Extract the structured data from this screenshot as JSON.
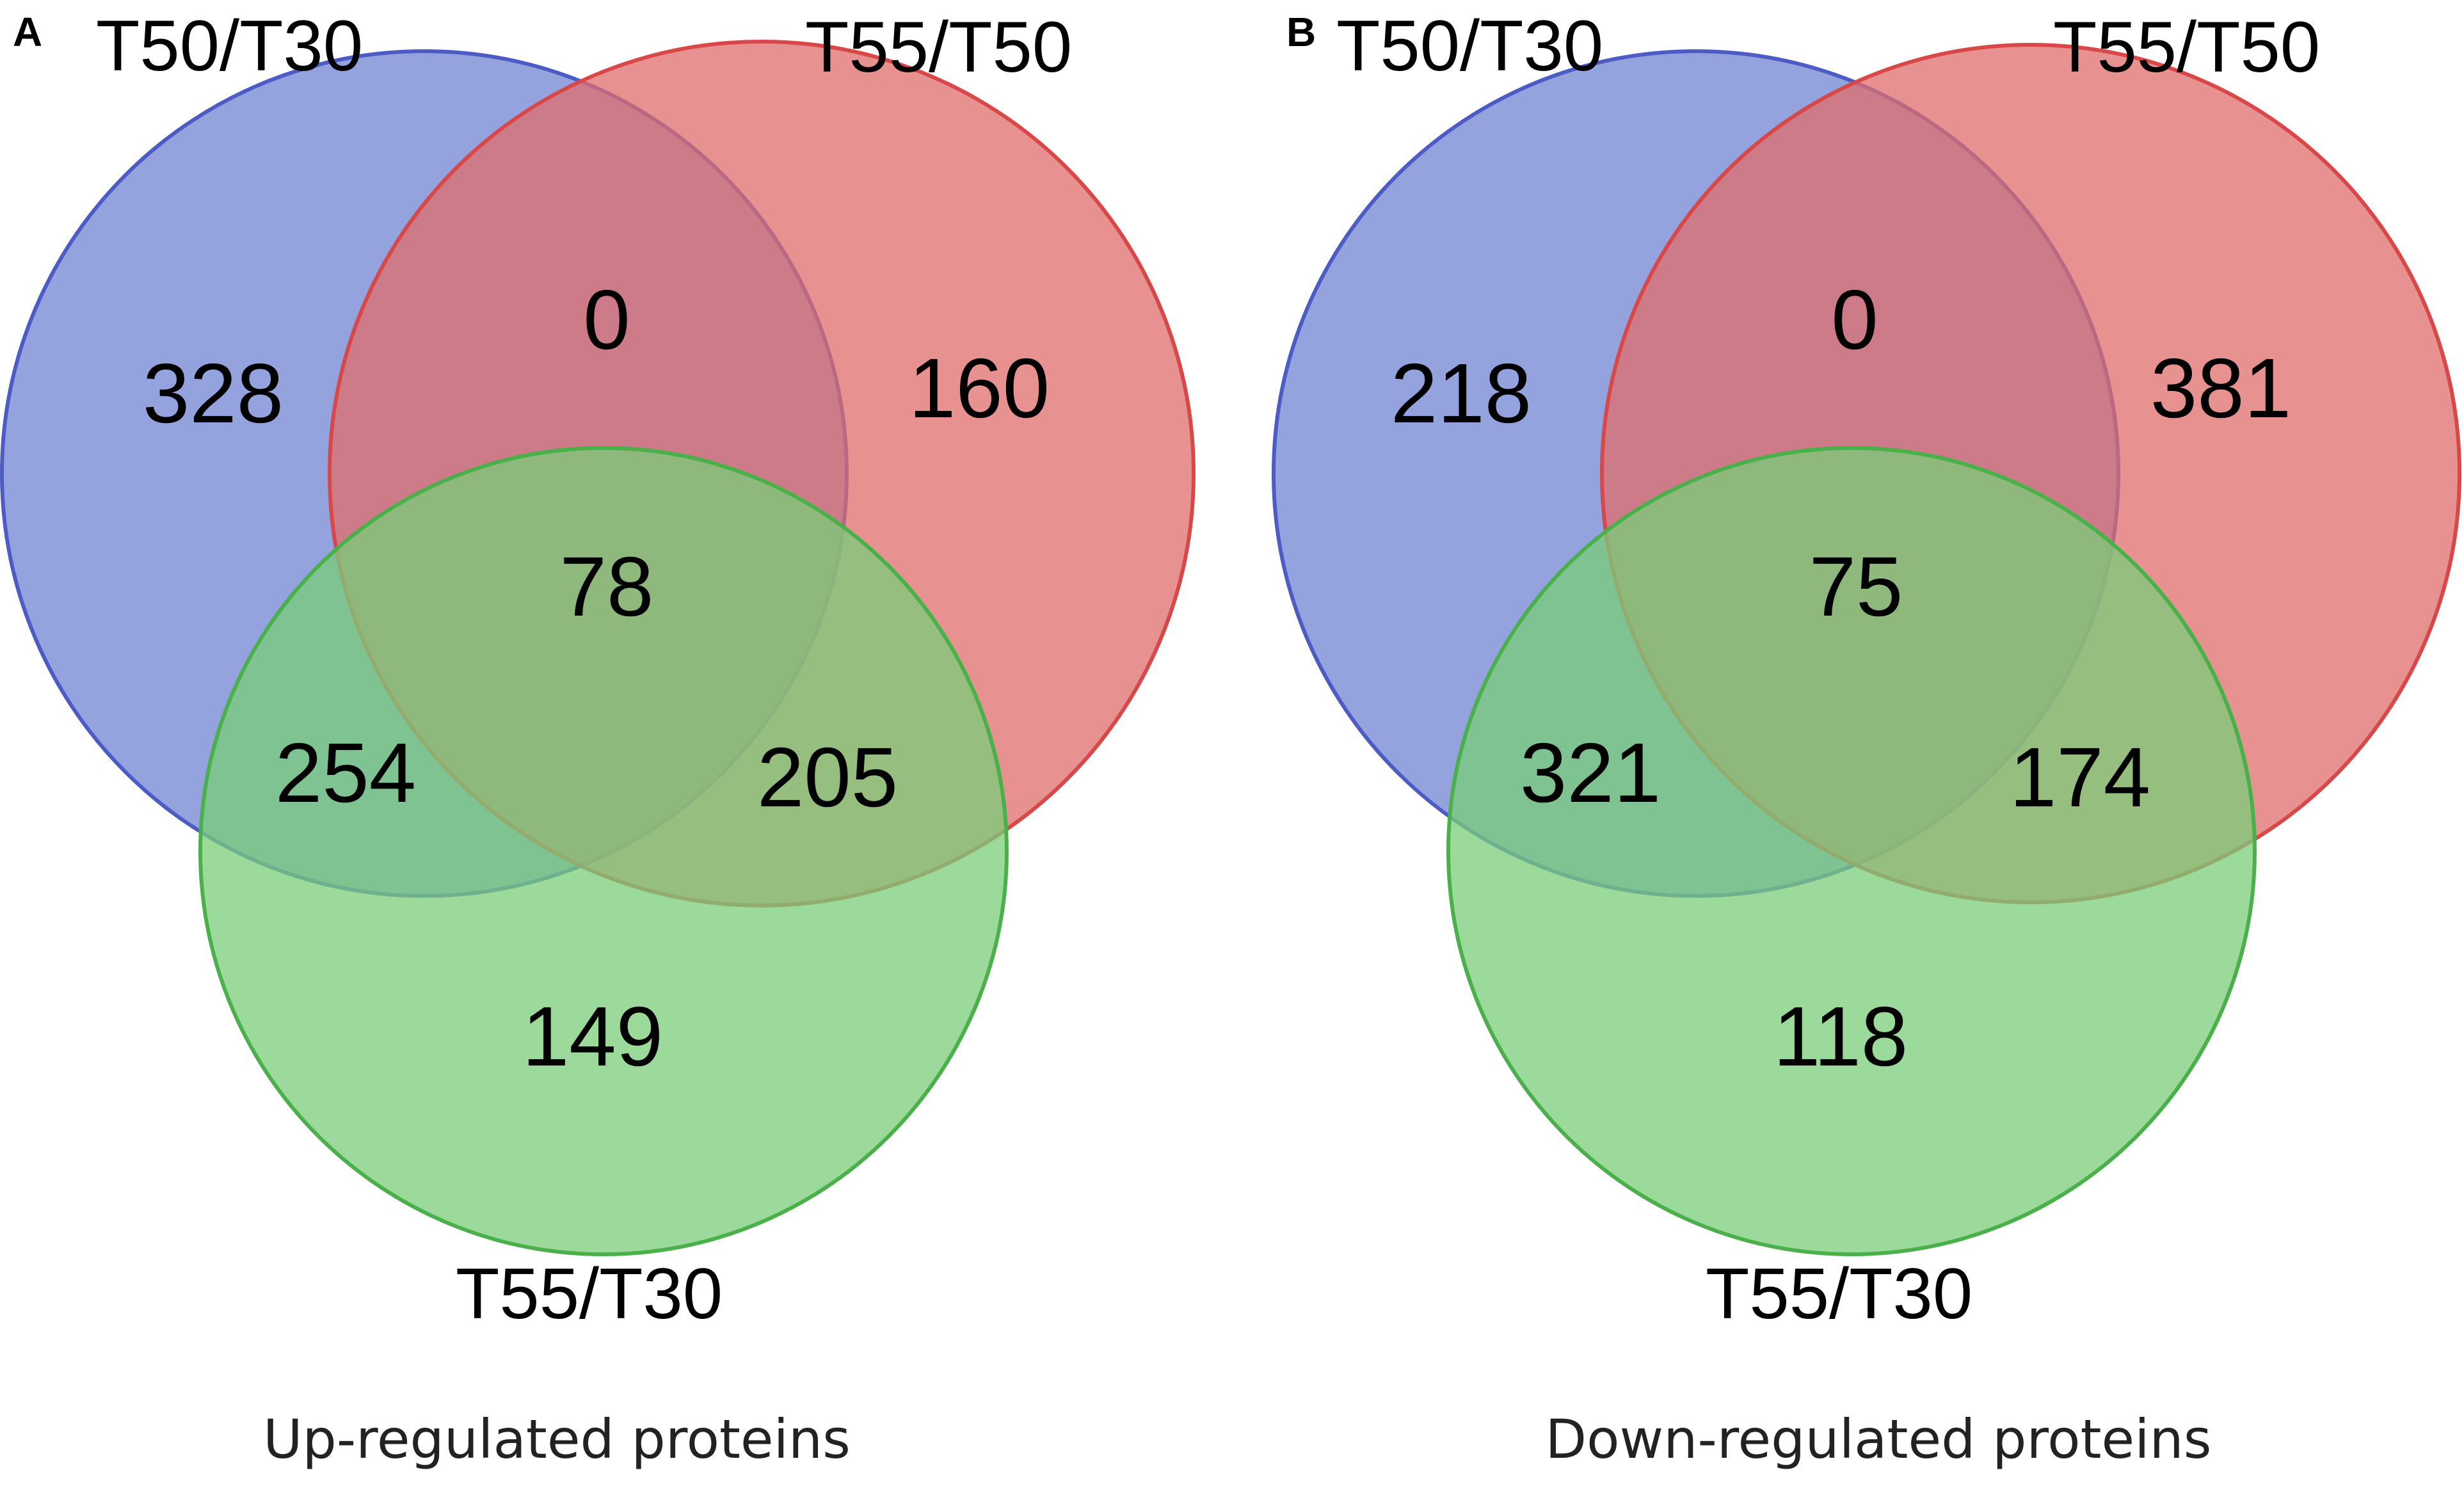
{
  "colors": {
    "set_a": "#7083d2",
    "set_b": "#e06c6c",
    "set_c": "#7acd7a",
    "outline_a": "#4c5cc4",
    "outline_b": "#d84848",
    "outline_c": "#4ab04a"
  },
  "panels": [
    {
      "letter": "A",
      "caption": "Up-regulated proteins",
      "sets": {
        "a": "T50/T30",
        "b": "T55/T50",
        "c": "T55/T30"
      },
      "counts": {
        "a_only": "328",
        "b_only": "160",
        "c_only": "149",
        "ab": "0",
        "ac": "254",
        "bc": "205",
        "abc": "78"
      }
    },
    {
      "letter": "B",
      "caption": "Down-regulated proteins",
      "sets": {
        "a": "T50/T30",
        "b": "T55/T50",
        "c": "T55/T30"
      },
      "counts": {
        "a_only": "218",
        "b_only": "381",
        "c_only": "118",
        "ab": "0",
        "ac": "321",
        "bc": "174",
        "abc": "75"
      }
    }
  ]
}
